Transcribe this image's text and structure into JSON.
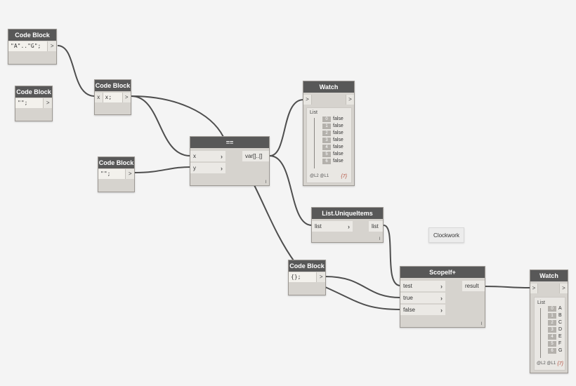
{
  "nodes": {
    "cb1": {
      "title": "Code Block",
      "code": "\"A\"..\"G\";",
      "out": ">"
    },
    "cb2": {
      "title": "Code Block",
      "code": "\"\";",
      "out": ">"
    },
    "cb3": {
      "title": "Code Block",
      "in": "x",
      "code": "x;",
      "out": ">"
    },
    "cb4": {
      "title": "Code Block",
      "code": "\"\";",
      "out": ">"
    },
    "cb5": {
      "title": "Code Block",
      "code": "{};",
      "out": ">"
    },
    "eq": {
      "title": "==",
      "in_x": "x",
      "in_y": "y",
      "out": "var[]..[]",
      "mark": "l"
    },
    "unique": {
      "title": "List.UniqueItems",
      "in": "list",
      "out": "list",
      "mark": "l"
    },
    "scope": {
      "title": "ScopeIf+",
      "in_test": "test",
      "in_true": "true",
      "in_false": "false",
      "out": "result",
      "mark": "l"
    },
    "watch1": {
      "title": "Watch",
      "in": ">",
      "out": ">",
      "list_label": "List",
      "items": [
        {
          "i": "0",
          "v": "false"
        },
        {
          "i": "1",
          "v": "false"
        },
        {
          "i": "2",
          "v": "false"
        },
        {
          "i": "3",
          "v": "false"
        },
        {
          "i": "4",
          "v": "false"
        },
        {
          "i": "5",
          "v": "false"
        },
        {
          "i": "6",
          "v": "false"
        }
      ],
      "levels": "@L2 @L1",
      "count": "{7}"
    },
    "watch2": {
      "title": "Watch",
      "in": ">",
      "out": ">",
      "list_label": "List",
      "items": [
        {
          "i": "0",
          "v": "A"
        },
        {
          "i": "1",
          "v": "B"
        },
        {
          "i": "2",
          "v": "C"
        },
        {
          "i": "3",
          "v": "D"
        },
        {
          "i": "4",
          "v": "E"
        },
        {
          "i": "5",
          "v": "F"
        },
        {
          "i": "6",
          "v": "G"
        }
      ],
      "levels": "@L2 @L1",
      "count": "{7}"
    }
  },
  "clockwork_label": "Clockwork",
  "colors": {
    "canvas": "#f4f4f4",
    "node_body": "#d6d3ce",
    "node_title": "#585858",
    "wire": "#4e4e4e"
  }
}
